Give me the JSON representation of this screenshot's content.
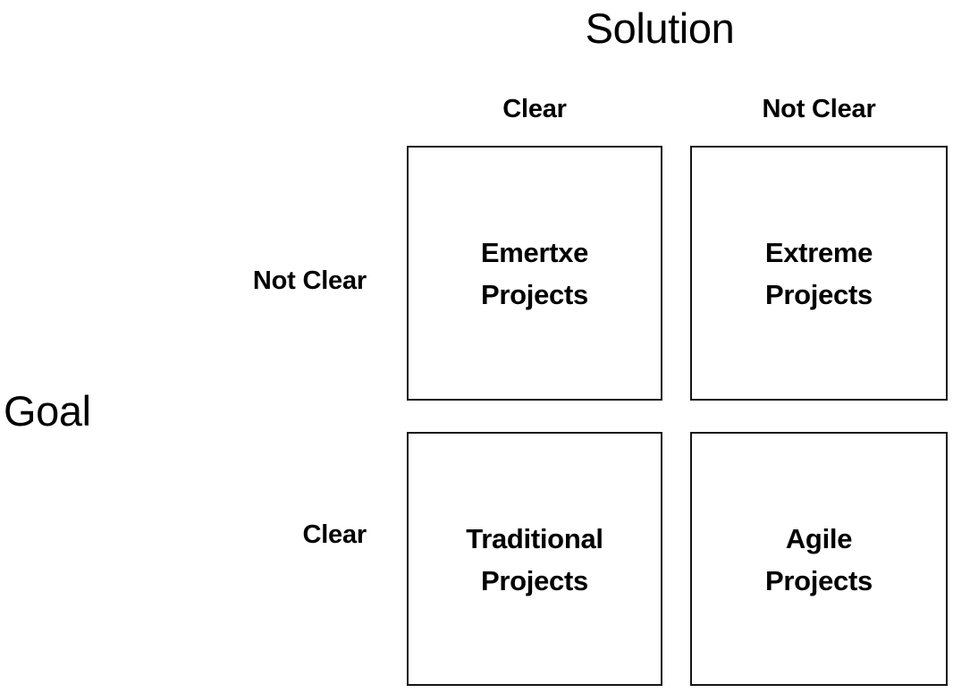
{
  "diagram": {
    "type": "two-by-two-matrix",
    "column_axis_title": "Solution",
    "row_axis_title": "Goal",
    "column_headers": [
      "Clear",
      "Not Clear"
    ],
    "row_headers": [
      "Not Clear",
      "Clear"
    ],
    "cells": [
      [
        {
          "line1": "Emertxe",
          "line2": "Projects"
        },
        {
          "line1": "Extreme",
          "line2": "Projects"
        }
      ],
      [
        {
          "line1": "Traditional",
          "line2": "Projects"
        },
        {
          "line1": "Agile",
          "line2": "Projects"
        }
      ]
    ]
  },
  "colors": {
    "background": "#ffffff",
    "text": "#000000",
    "cell_border": "#161616"
  }
}
